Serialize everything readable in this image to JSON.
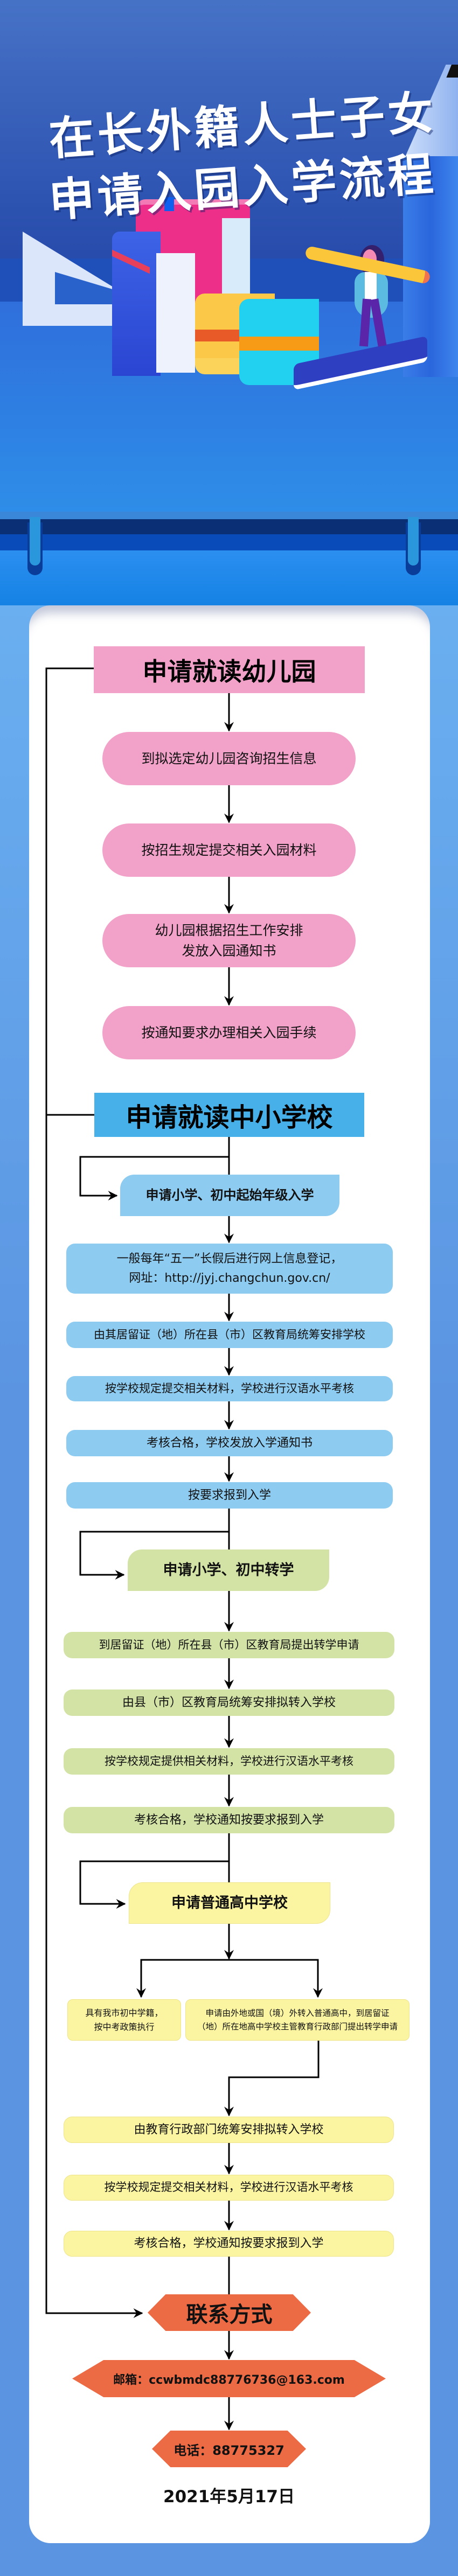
{
  "header": {
    "title_line1": "在长外籍人士子女",
    "title_line2": "申请入园入学流程"
  },
  "kindergarten": {
    "heading": "申请就读幼儿园",
    "steps": [
      "到拟选定幼儿园咨询招生信息",
      "按招生规定提交相关入园材料",
      "幼儿园根据招生工作安排\n发放入园通知书",
      "按通知要求办理相关入园手续"
    ]
  },
  "school": {
    "heading": "申请就读中小学校",
    "enrollment": {
      "heading": "申请小学、初中起始年级入学",
      "steps": [
        "一般每年“五一”长假后进行网上信息登记，\n网址：http://jyj.changchun.gov.cn/",
        "由其居留证（地）所在县（市）区教育局统筹安排学校",
        "按学校规定提交相关材料，学校进行汉语水平考核",
        "考核合格，学校发放入学通知书",
        "按要求报到入学"
      ]
    },
    "transfer": {
      "heading": "申请小学、初中转学",
      "steps": [
        "到居留证（地）所在县（市）区教育局提出转学申请",
        "由县（市）区教育局统筹安排拟转入学校",
        "按学校规定提供相关材料，学校进行汉语水平考核",
        "考核合格，学校通知按要求报到入学"
      ]
    },
    "high_school": {
      "heading": "申请普通高中学校",
      "branch_left": "具有我市初中学籍，\n按中考政策执行",
      "branch_right": "申请由外地或国（境）外转入普通高中，到居留证\n（地）所在地高中学校主管教育行政部门提出转学申请",
      "steps": [
        "由教育行政部门统筹安排拟转入学校",
        "按学校规定提交相关材料，学校进行汉语水平考核",
        "考核合格，学校通知按要求报到入学"
      ]
    }
  },
  "contact": {
    "heading": "联系方式",
    "email": "邮箱：ccwbmdc88776736@163.com",
    "phone": "电话：88775327"
  },
  "date": "2021年5月17日",
  "colors": {
    "pink": "#f2a1c8",
    "blue_heading": "#47b0e8",
    "blue_box": "#8ecbf0",
    "green": "#d3e3a6",
    "yellow": "#fbf5a2",
    "orange": "#ec6b44"
  }
}
